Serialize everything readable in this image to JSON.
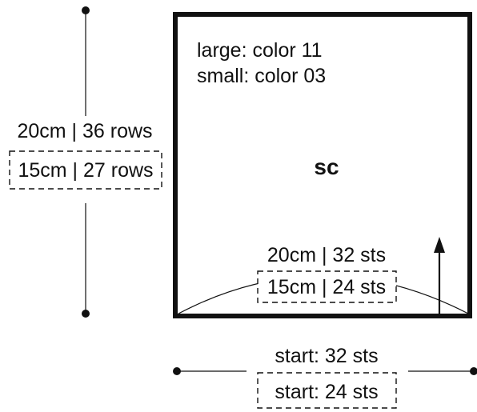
{
  "panel": {
    "colors_large": "large: color 11",
    "colors_small": "small: color 03",
    "stitch_code": "sc"
  },
  "height": {
    "large": "20cm | 36 rows",
    "small": "15cm | 27 rows"
  },
  "width_inner": {
    "large": "20cm | 32 sts",
    "small": "15cm | 24 sts"
  },
  "start": {
    "large": "start: 32 sts",
    "small": "start: 24 sts"
  }
}
